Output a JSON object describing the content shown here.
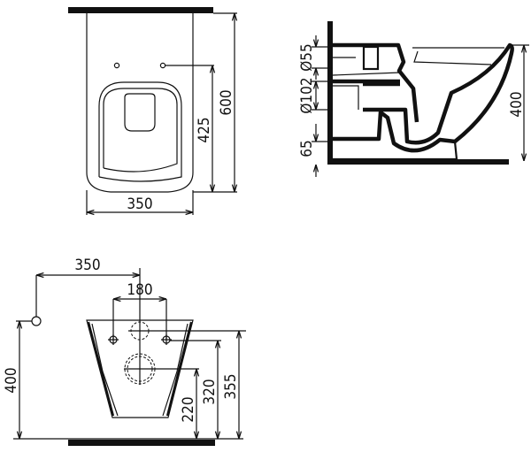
{
  "title": "Wall-hung WC technical drawing",
  "top_view": {
    "width": "350",
    "fixing_depth": "425",
    "length": "600"
  },
  "side_view": {
    "inlet": "Ø55",
    "outlet": "Ø102",
    "outlet_offset": "65",
    "height": "400"
  },
  "front_view": {
    "wall_offset": "350",
    "bolt_spacing": "180",
    "supply_height": "400",
    "outlet_height": "220",
    "bolt_height": "320",
    "inlet_height": "355"
  }
}
